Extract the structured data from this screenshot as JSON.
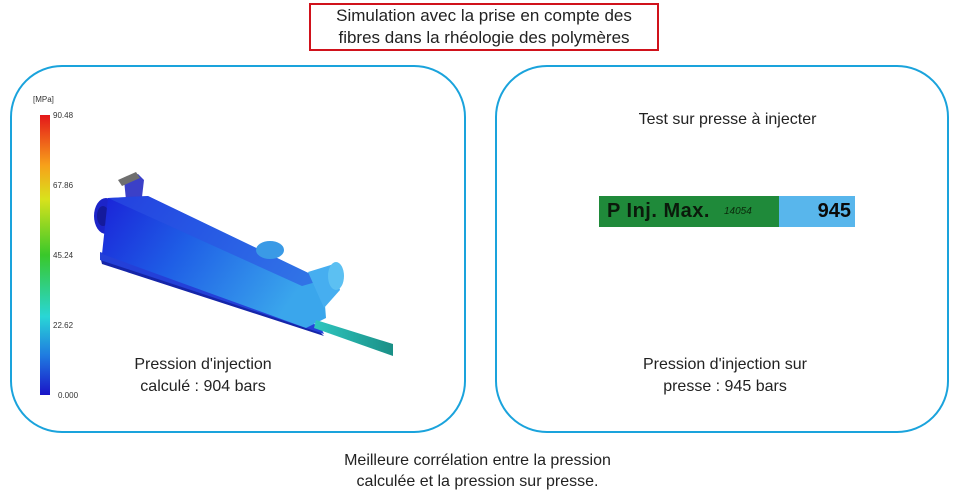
{
  "header": {
    "title_line1": "Simulation avec la prise en compte des",
    "title_line2": "fibres dans la rhéologie des polymères"
  },
  "simulation": {
    "unit": "[MPa]",
    "ticks": [
      "90.48",
      "67.86",
      "45.24",
      "22.62",
      "0.000"
    ],
    "caption_line1": "Pression d'injection",
    "caption_line2": "calculé : 904 bars"
  },
  "test": {
    "title": "Test sur presse à injecter",
    "display_label": "P Inj. Max.",
    "display_code": "14054",
    "display_value": "945",
    "caption_line1": "Pression d'injection sur",
    "caption_line2": "presse : 945 bars"
  },
  "conclusion": {
    "line1": "Meilleure corrélation entre la pression",
    "line2": "calculée et la pression sur presse."
  },
  "colors": {
    "title_border": "#d0121b",
    "panel_border": "#1aa3dc",
    "display_green": "#1f8a3a",
    "display_blue": "#58b6ec"
  }
}
